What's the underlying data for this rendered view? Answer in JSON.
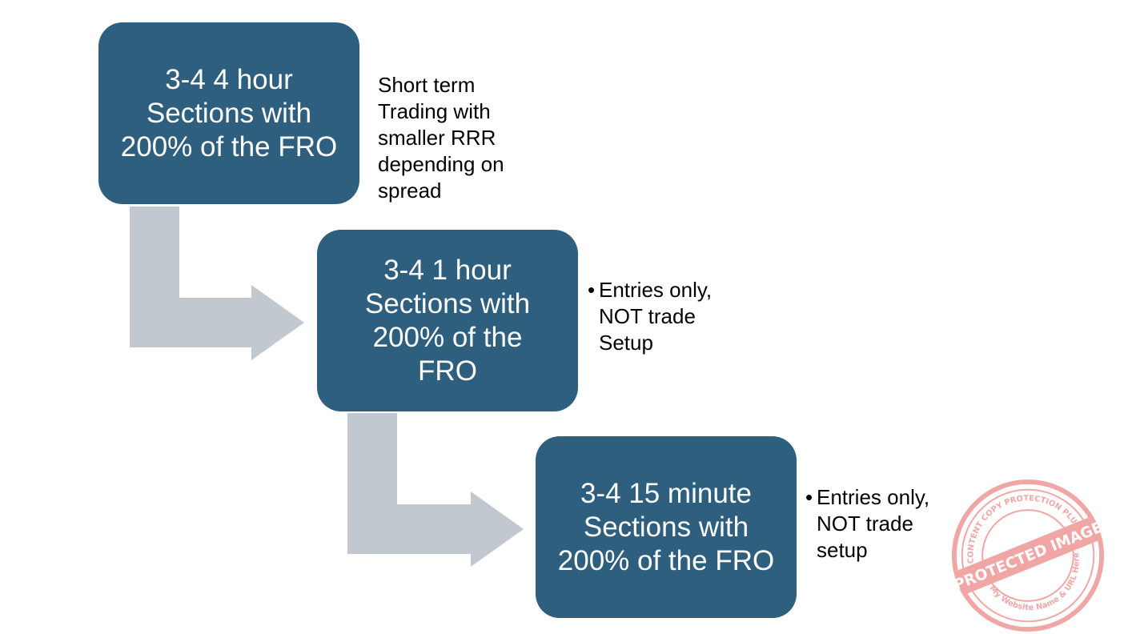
{
  "colors": {
    "box_fill": "#2e5f7e",
    "box_text": "#ffffff",
    "arrow_fill": "#c2c8cf",
    "note_text": "#000000",
    "stamp_color": "#e23b3b"
  },
  "steps": [
    {
      "label": "3-4  4 hour\nSections with\n200% of the FRO",
      "note": "Short term\nTrading with\nsmaller RRR\ndepending on\nspread",
      "note_bullet": ""
    },
    {
      "label": "3-4 1 hour\nSections with\n200% of the\nFRO",
      "note": "Entries only,\nNOT trade\nSetup",
      "note_bullet": "•"
    },
    {
      "label": "3-4 15 minute\nSections with\n200% of the FRO",
      "note": "Entries only,\nNOT trade\nsetup",
      "note_bullet": "•"
    }
  ],
  "stamp": {
    "main_text": "PROTECTED IMAGE",
    "top_text": "WP CONTENT COPY PROTECTION PLUGIN",
    "bottom_text": "My Website Name & URL Here"
  }
}
